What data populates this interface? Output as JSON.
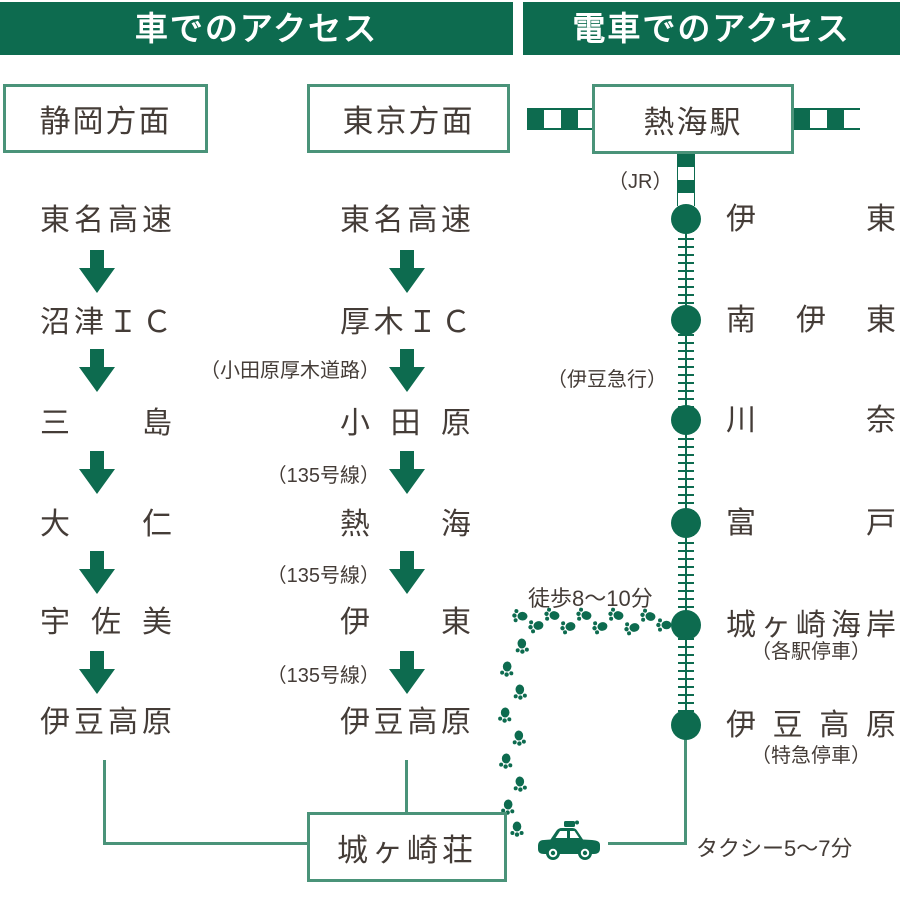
{
  "colors": {
    "green": "#0d6b4f",
    "line": "#4a9379",
    "ink": "#443c37"
  },
  "headers": {
    "car": "車でのアクセス",
    "train": "電車でのアクセス"
  },
  "car": {
    "left": {
      "origin": "静岡方面",
      "steps": [
        "東名高速",
        "沼津ＩＣ",
        "三島",
        "大仁",
        "宇佐美",
        "伊豆高原"
      ]
    },
    "right": {
      "origin": "東京方面",
      "steps": [
        "東名高速",
        "厚木ＩＣ",
        "小田原",
        "熱海",
        "伊東",
        "伊豆高原"
      ],
      "road_labels": [
        "（小田原厚木道路）",
        "（135号線）",
        "（135号線）",
        "（135号線）"
      ]
    }
  },
  "train": {
    "hub_station": "熱海駅",
    "jr_label": "（JR）",
    "line_label": "（伊豆急行）",
    "stations": [
      "伊東",
      "南伊東",
      "川奈",
      "富戸",
      "城ヶ崎海岸",
      "伊豆高原"
    ],
    "notes": {
      "local": "（各駅停車）",
      "express": "（特急停車）"
    },
    "walk_label": "徒歩8～10分",
    "taxi_label": "タクシー5～7分"
  },
  "destination": "城ヶ崎荘"
}
